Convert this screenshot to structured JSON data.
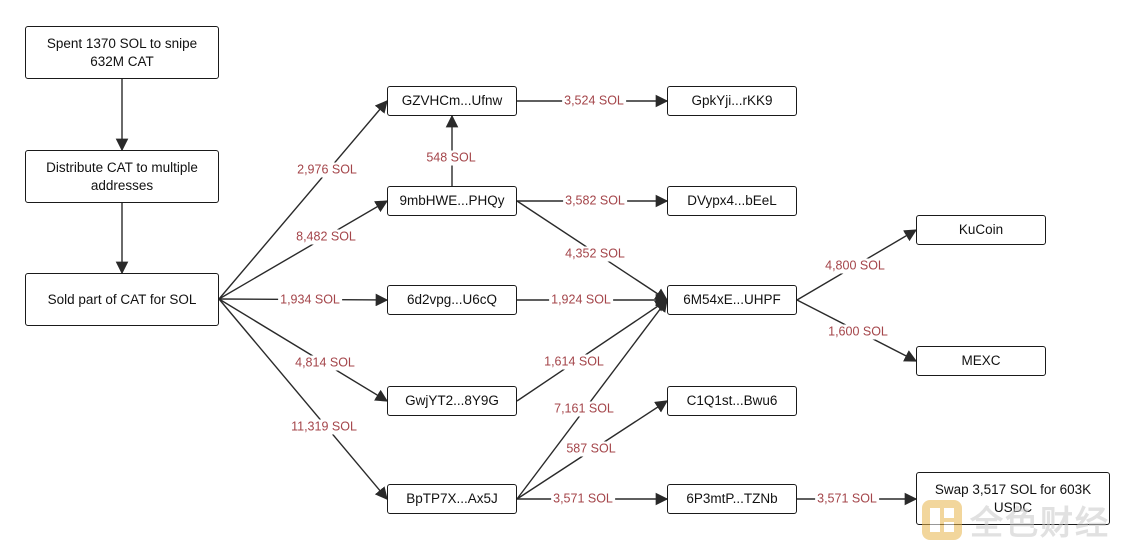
{
  "nodes": {
    "spent": {
      "text": "Spent 1370 SOL to snipe 632M CAT"
    },
    "distribute": {
      "text": "Distribute CAT to multiple addresses"
    },
    "sold": {
      "text": "Sold part of CAT for SOL"
    },
    "gzvhcm": {
      "text": "GZVHCm...Ufnw"
    },
    "9mbhwe": {
      "text": "9mbHWE...PHQy"
    },
    "6d2vpg": {
      "text": "6d2vpg...U6cQ"
    },
    "gwjyt2": {
      "text": "GwjYT2...8Y9G"
    },
    "bptp7x": {
      "text": "BpTP7X...Ax5J"
    },
    "gpkyji": {
      "text": "GpkYji...rKK9"
    },
    "dvypx4": {
      "text": "DVypx4...bEeL"
    },
    "6m54xe": {
      "text": "6M54xE...UHPF"
    },
    "c1q1st": {
      "text": "C1Q1st...Bwu6"
    },
    "6p3mtp": {
      "text": "6P3mtP...TZNb"
    },
    "kucoin": {
      "text": "KuCoin"
    },
    "mexc": {
      "text": "MEXC"
    },
    "swap": {
      "text": "Swap 3,517 SOL for 603K USDC"
    }
  },
  "edges": [
    {
      "id": "spent-distribute",
      "label": ""
    },
    {
      "id": "distribute-sold",
      "label": ""
    },
    {
      "id": "sold-gzvhcm",
      "label": "2,976 SOL"
    },
    {
      "id": "sold-9mbhwe",
      "label": "8,482 SOL"
    },
    {
      "id": "sold-6d2vpg",
      "label": "1,934 SOL"
    },
    {
      "id": "sold-gwjyt2",
      "label": "4,814 SOL"
    },
    {
      "id": "sold-bptp7x",
      "label": "11,319 SOL"
    },
    {
      "id": "9mbhwe-gzvhcm",
      "label": "548 SOL"
    },
    {
      "id": "gzvhcm-gpkyji",
      "label": "3,524 SOL"
    },
    {
      "id": "9mbhwe-dvypx4",
      "label": "3,582 SOL"
    },
    {
      "id": "9mbhwe-6m54xe",
      "label": "4,352 SOL"
    },
    {
      "id": "6d2vpg-6m54xe",
      "label": "1,924 SOL"
    },
    {
      "id": "gwjyt2-6m54xe",
      "label": "1,614 SOL"
    },
    {
      "id": "bptp7x-6m54xe",
      "label": "7,161 SOL"
    },
    {
      "id": "bptp7x-c1q1st",
      "label": "587 SOL"
    },
    {
      "id": "bptp7x-6p3mtp",
      "label": "3,571 SOL"
    },
    {
      "id": "6p3mtp-swap",
      "label": "3,571 SOL"
    },
    {
      "id": "6m54xe-kucoin",
      "label": "4,800 SOL"
    },
    {
      "id": "6m54xe-mexc",
      "label": "1,600 SOL"
    }
  ],
  "watermark": {
    "text": "全色财经"
  },
  "colors": {
    "edge_label": "#a4454a",
    "line": "#2a2a2a",
    "border": "#1a1a1a"
  }
}
